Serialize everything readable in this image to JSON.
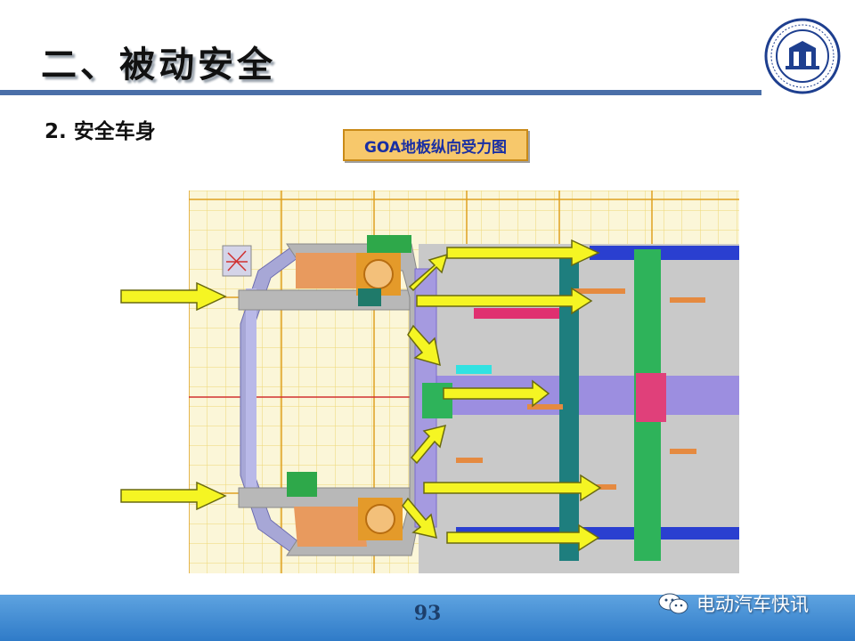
{
  "slide": {
    "title": "二、被动安全",
    "subheading": "2. 安全车身",
    "diagram_label": "GOA地板纵向受力图",
    "page_number": "93"
  },
  "watermark": {
    "text": "电动汽车快讯",
    "icon": "wechat-icon"
  },
  "logo": {
    "icon": "university-seal-icon"
  },
  "colors": {
    "title_rule": "#4a6fa8",
    "footer": "#3b8ad6",
    "label_bg": "#f7c86b",
    "label_text": "#1a2fa3",
    "arrow": "#f5f523",
    "grid": "#e6cc54"
  }
}
